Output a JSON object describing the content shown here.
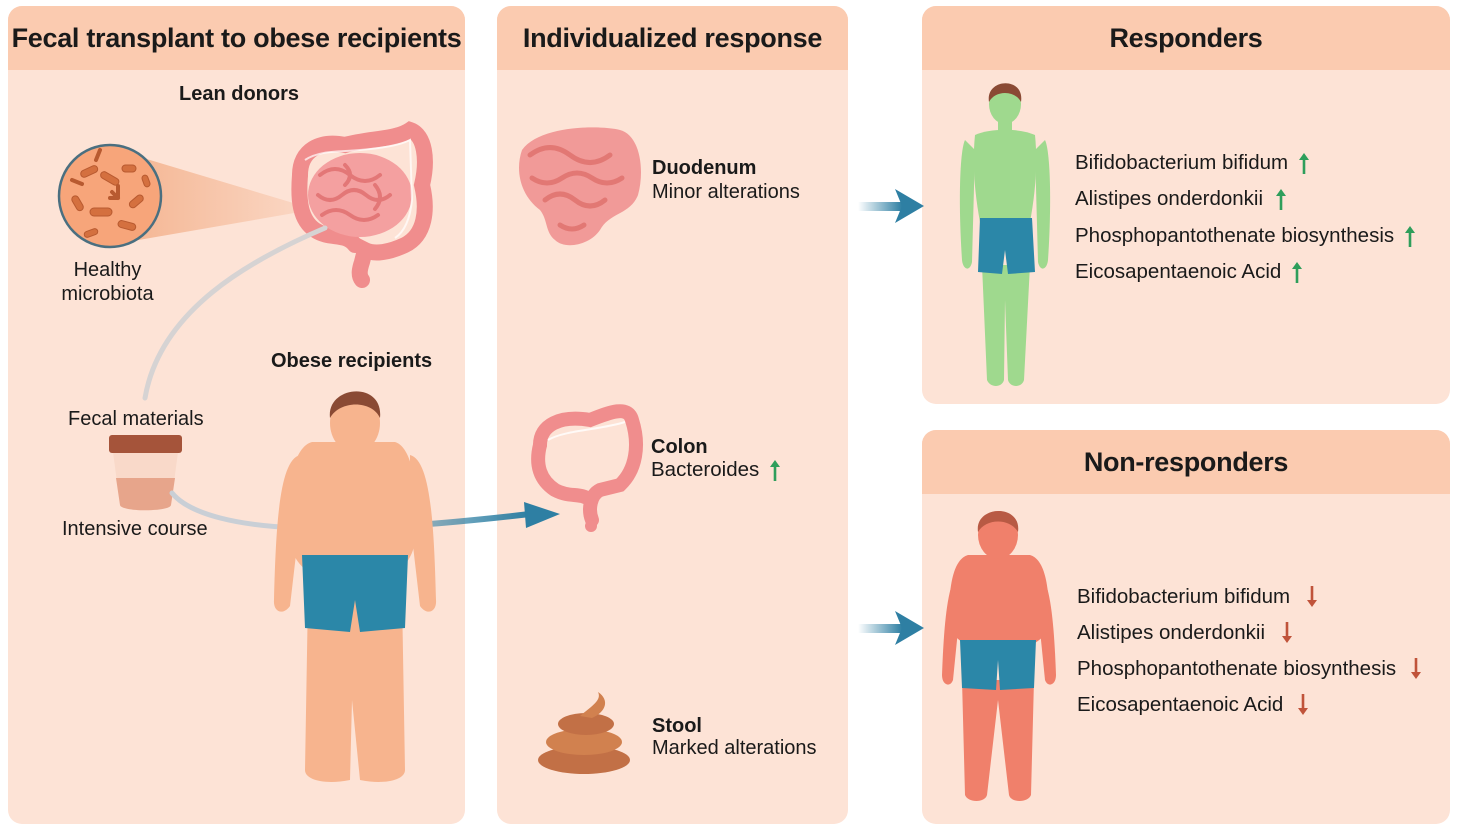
{
  "panels": {
    "left": {
      "title": "Fecal transplant to obese recipients"
    },
    "middle": {
      "title": "Individualized response"
    },
    "responders": {
      "title": "Responders"
    },
    "nonresponders": {
      "title": "Non-responders"
    }
  },
  "left": {
    "lean_donors": "Lean donors",
    "healthy_microbiota_line1": "Healthy",
    "healthy_microbiota_line2": "microbiota",
    "obese_recipients": "Obese recipients",
    "fecal_materials": "Fecal materials",
    "intensive_course": "Intensive course"
  },
  "middle": {
    "duodenum": {
      "name": "Duodenum",
      "detail": "Minor alterations"
    },
    "colon": {
      "name": "Colon",
      "detail": "Bacteroides"
    },
    "stool": {
      "name": "Stool",
      "detail": "Marked alterations"
    }
  },
  "markers": [
    "Bifidobacterium bifidum",
    "Alistipes onderdonkii",
    "Phosphopantothenate biosynthesis",
    "Eicosapentaenoic Acid"
  ],
  "colors": {
    "panel_bg": "#fde3d6",
    "panel_header": "#fbcbb0",
    "arrow_blue": "#2e7fa3",
    "up_arrow": "#2e9e5b",
    "down_arrow": "#c0533a",
    "responder_body": "#9fd98e",
    "nonresponder_body": "#f0806b",
    "obese_body": "#f7b48e",
    "shorts": "#2b87a8"
  }
}
